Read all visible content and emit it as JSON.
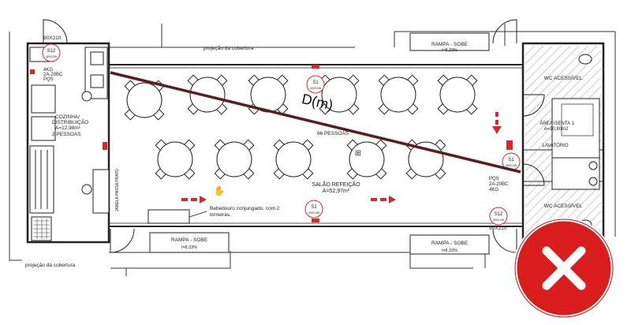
{
  "dimension": {
    "door_top_left": "90X210",
    "door_bottom_right": "90X210"
  },
  "labels": {
    "projection_top": "projeção da cobertura",
    "projection_bottom": "projeção da cobertura",
    "kitchen_name": "COZINHA/",
    "kitchen_name2": "DISTRIBUIÇÃO",
    "kitchen_area": "A=12,98m²",
    "kitchen_people": "2 PESSOAS",
    "kitchen_extinguisher_1": "4KG",
    "kitchen_extinguisher_2": "2A-20BC",
    "kitchen_extinguisher_3": "PQS",
    "dining_name": "SALÃO REFEIÇÃO",
    "dining_area": "A=52,97m²",
    "dining_people": "66 PESSOAS",
    "drinking_fountain_1": "Bebedouro conjungado, com 2",
    "drinking_fountain_2": "torneiras.",
    "window_pass": "JANELA PASSA PRATO",
    "extinguisher_right_1": "PQS",
    "extinguisher_right_2": "2A-20BC",
    "extinguisher_right_3": "4KG",
    "wc_top": "WC ACESSÍVEL",
    "wc_bottom": "WC ACESSÍVEL",
    "seating_area_1": "ÁREA ISENTA 1",
    "seating_area_2": "A=10,80m2",
    "lavatory": "LAVATÓRIO",
    "diagonal_label": "D(m)"
  },
  "ramps": {
    "top_right_title": "RAMPA - SOBE",
    "top_right_slope": "i=8,33%",
    "bottom_left_title": "RAMPA - SOBE",
    "bottom_left_slope": "i=8,33%",
    "bottom_right_title": "RAMPA - SOBE",
    "bottom_right_slope": "i=8,33%"
  },
  "signs": {
    "s12_top": "S12",
    "s12_top_size": "400X135",
    "s1_top": "S1",
    "s1_top_size": "400X135",
    "s2": "S2",
    "s2_size": "400X135",
    "s1_right": "S1",
    "s1_right_size": "400X135",
    "s12_right": "S12",
    "s12_right_size": "400X135"
  },
  "colors": {
    "wall": "#222222",
    "accent_red": "#d42a2a",
    "diagonal": "#5a1e1e",
    "badge_red": "#d91c1c"
  },
  "icons": {
    "status": "x-mark-icon"
  }
}
